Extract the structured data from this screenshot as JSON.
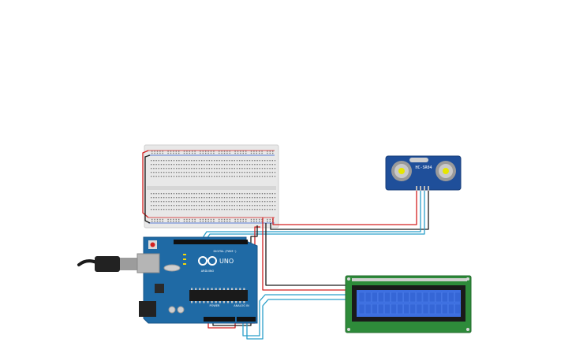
{
  "board": {
    "brand": "UNO",
    "maker": "ARDUINO",
    "digital_label": "DIGITAL (PWM~)",
    "power_label": "POWER",
    "analog_label": "ANALOG IN"
  },
  "sensor": {
    "label": "HC-SR04"
  },
  "colors": {
    "breadboard": "#e6e6e6",
    "arduino": "#1f6aa5",
    "sensor": "#1f4f9a",
    "lcd_pcb": "#2e8b3a",
    "lcd_screen": "#3d6fe0",
    "wire_red": "#d32020",
    "wire_black": "#1a1a1a",
    "wire_cyan": "#2a9fc9"
  }
}
